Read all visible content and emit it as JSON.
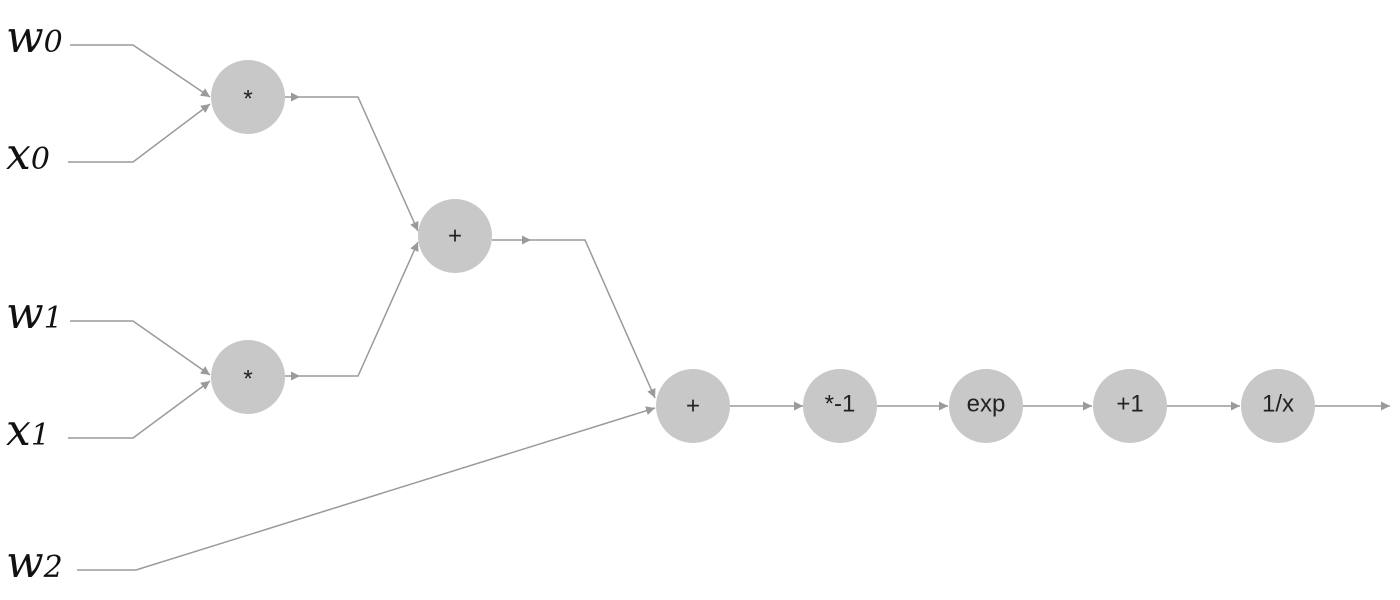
{
  "diagram": {
    "type": "computational-graph",
    "colors": {
      "node_fill": "#c8c8c8",
      "edge": "#9a9a9a",
      "text": "#222222"
    },
    "inputs": [
      {
        "id": "w0",
        "name": "w",
        "sub": "0"
      },
      {
        "id": "x0",
        "name": "x",
        "sub": "0"
      },
      {
        "id": "w1",
        "name": "w",
        "sub": "1"
      },
      {
        "id": "x1",
        "name": "x",
        "sub": "1"
      },
      {
        "id": "w2",
        "name": "w",
        "sub": "2"
      }
    ],
    "nodes": [
      {
        "id": "mul0",
        "label": "*"
      },
      {
        "id": "mul1",
        "label": "*"
      },
      {
        "id": "add0",
        "label": "+"
      },
      {
        "id": "add1",
        "label": "+"
      },
      {
        "id": "neg",
        "label": "*-1"
      },
      {
        "id": "exp",
        "label": "exp"
      },
      {
        "id": "plus1",
        "label": "+1"
      },
      {
        "id": "recip",
        "label": "1/x"
      }
    ],
    "edges": [
      [
        "w0",
        "mul0"
      ],
      [
        "x0",
        "mul0"
      ],
      [
        "w1",
        "mul1"
      ],
      [
        "x1",
        "mul1"
      ],
      [
        "mul0",
        "add0"
      ],
      [
        "mul1",
        "add0"
      ],
      [
        "add0",
        "add1"
      ],
      [
        "w2",
        "add1"
      ],
      [
        "add1",
        "neg"
      ],
      [
        "neg",
        "exp"
      ],
      [
        "exp",
        "plus1"
      ],
      [
        "plus1",
        "recip"
      ],
      [
        "recip",
        "output"
      ]
    ]
  }
}
